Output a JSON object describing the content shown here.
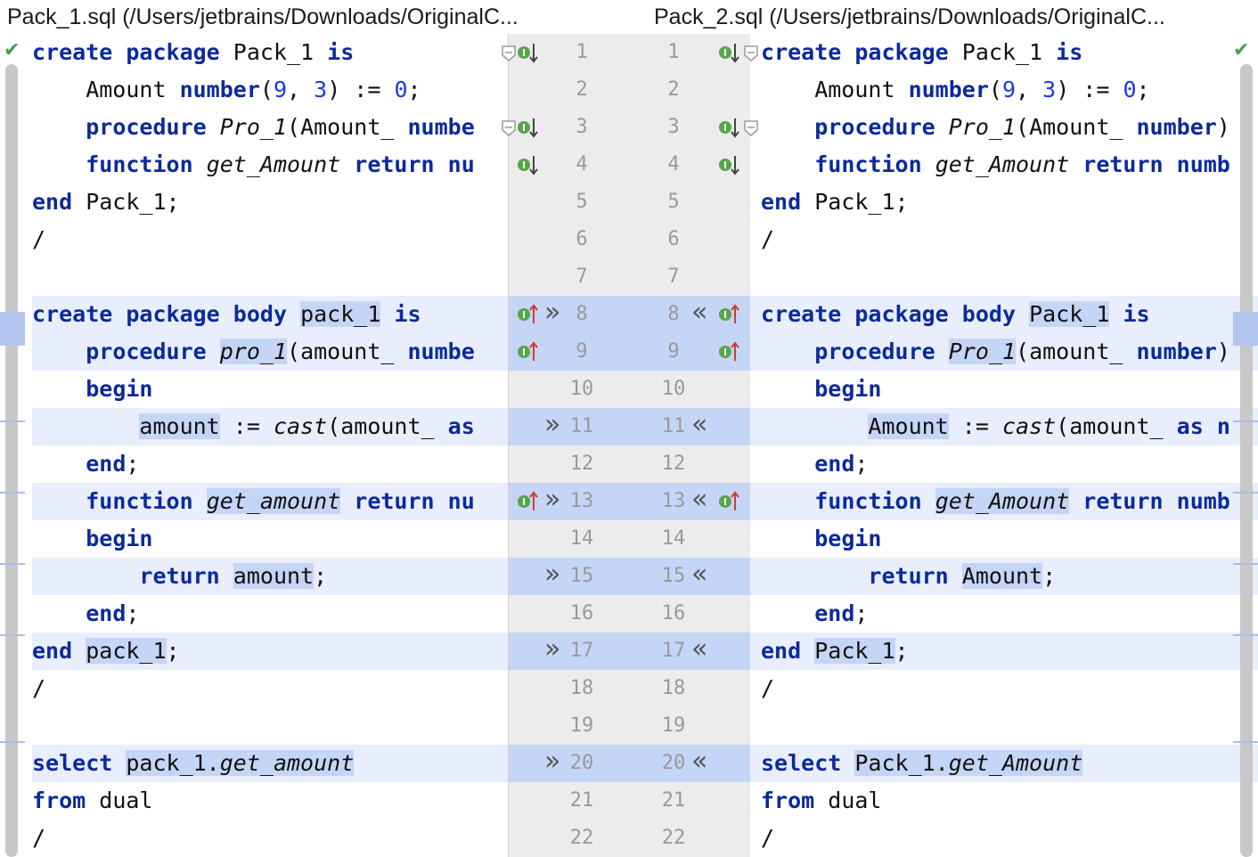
{
  "left_title": "Pack_1.sql (/Users/jetbrains/Downloads/OriginalC...",
  "right_title": "Pack_2.sql (/Users/jetbrains/Downloads/OriginalC...",
  "status_icon": "check-icon",
  "colors": {
    "keyword": "#0c2a9c",
    "number": "#1b38e8",
    "changed_row": "#e8eefb",
    "changed_token": "#c5d5f6",
    "gutter": "#ececec"
  },
  "gutter_icons": [
    "implementation-down-icon",
    "implementation-up-icon",
    "fold-icon"
  ],
  "left_lines": [
    [
      [
        "create",
        "kw"
      ],
      [
        " "
      ],
      [
        "package",
        "kw"
      ],
      [
        " Pack_1 "
      ],
      [
        "is",
        "kw"
      ]
    ],
    [
      [
        "    Amount "
      ],
      [
        "number",
        "kw"
      ],
      [
        "("
      ],
      [
        "9",
        "num"
      ],
      [
        ", "
      ],
      [
        "3",
        "num"
      ],
      [
        ") := "
      ],
      [
        "0",
        "num"
      ],
      [
        ";"
      ]
    ],
    [
      [
        "    "
      ],
      [
        "procedure",
        "kw"
      ],
      [
        " "
      ],
      [
        "Pro_1",
        "it"
      ],
      [
        "(Amount_ "
      ],
      [
        "numbe",
        "kw"
      ]
    ],
    [
      [
        "    "
      ],
      [
        "function",
        "kw"
      ],
      [
        " "
      ],
      [
        "get_Amount",
        "it"
      ],
      [
        " "
      ],
      [
        "return",
        "kw"
      ],
      [
        " "
      ],
      [
        "nu",
        "kw"
      ]
    ],
    [
      [
        "end",
        "kw"
      ],
      [
        " Pack_1;"
      ]
    ],
    [
      [
        "/"
      ]
    ],
    [],
    [
      [
        "create",
        "kw"
      ],
      [
        " "
      ],
      [
        "package",
        "kw"
      ],
      [
        " "
      ],
      [
        "body",
        "kw"
      ],
      [
        " "
      ],
      [
        "pack_1",
        "hl"
      ],
      [
        " "
      ],
      [
        "is",
        "kw"
      ]
    ],
    [
      [
        "    "
      ],
      [
        "procedure",
        "kw"
      ],
      [
        " "
      ],
      [
        "pro_1",
        "it hl"
      ],
      [
        "(amount_ "
      ],
      [
        "numbe",
        "kw"
      ]
    ],
    [
      [
        "    "
      ],
      [
        "begin",
        "kw"
      ]
    ],
    [
      [
        "        "
      ],
      [
        "amount",
        "hl"
      ],
      [
        " := "
      ],
      [
        "cast",
        "it"
      ],
      [
        "(amount_ "
      ],
      [
        "as",
        "kw"
      ]
    ],
    [
      [
        "    "
      ],
      [
        "end",
        "kw"
      ],
      [
        ";"
      ]
    ],
    [
      [
        "    "
      ],
      [
        "function",
        "kw"
      ],
      [
        " "
      ],
      [
        "get_amount",
        "it hl"
      ],
      [
        " "
      ],
      [
        "return",
        "kw"
      ],
      [
        " "
      ],
      [
        "nu",
        "kw"
      ]
    ],
    [
      [
        "    "
      ],
      [
        "begin",
        "kw"
      ]
    ],
    [
      [
        "        "
      ],
      [
        "return",
        "kw"
      ],
      [
        " "
      ],
      [
        "amount",
        "hl"
      ],
      [
        ";"
      ]
    ],
    [
      [
        "    "
      ],
      [
        "end",
        "kw"
      ],
      [
        ";"
      ]
    ],
    [
      [
        "end",
        "kw"
      ],
      [
        " "
      ],
      [
        "pack_1",
        "hl"
      ],
      [
        ";"
      ]
    ],
    [
      [
        "/"
      ]
    ],
    [],
    [
      [
        "select",
        "kw"
      ],
      [
        " "
      ],
      [
        "pack_1.",
        "hl"
      ],
      [
        "get_amount",
        "it hl"
      ]
    ],
    [
      [
        "from",
        "kw"
      ],
      [
        " dual"
      ]
    ],
    [
      [
        "/"
      ]
    ]
  ],
  "right_lines": [
    [
      [
        "create",
        "kw"
      ],
      [
        " "
      ],
      [
        "package",
        "kw"
      ],
      [
        " Pack_1 "
      ],
      [
        "is",
        "kw"
      ]
    ],
    [
      [
        "    Amount "
      ],
      [
        "number",
        "kw"
      ],
      [
        "("
      ],
      [
        "9",
        "num"
      ],
      [
        ", "
      ],
      [
        "3",
        "num"
      ],
      [
        ") := "
      ],
      [
        "0",
        "num"
      ],
      [
        ";"
      ]
    ],
    [
      [
        "    "
      ],
      [
        "procedure",
        "kw"
      ],
      [
        " "
      ],
      [
        "Pro_1",
        "it"
      ],
      [
        "(Amount_ "
      ],
      [
        "number",
        "kw"
      ],
      [
        ")"
      ]
    ],
    [
      [
        "    "
      ],
      [
        "function",
        "kw"
      ],
      [
        " "
      ],
      [
        "get_Amount",
        "it"
      ],
      [
        " "
      ],
      [
        "return",
        "kw"
      ],
      [
        " "
      ],
      [
        "numb",
        "kw"
      ]
    ],
    [
      [
        "end",
        "kw"
      ],
      [
        " Pack_1;"
      ]
    ],
    [
      [
        "/"
      ]
    ],
    [],
    [
      [
        "create",
        "kw"
      ],
      [
        " "
      ],
      [
        "package",
        "kw"
      ],
      [
        " "
      ],
      [
        "body",
        "kw"
      ],
      [
        " "
      ],
      [
        "Pack_1",
        "hl"
      ],
      [
        " "
      ],
      [
        "is",
        "kw"
      ]
    ],
    [
      [
        "    "
      ],
      [
        "procedure",
        "kw"
      ],
      [
        " "
      ],
      [
        "Pro_1",
        "it hl"
      ],
      [
        "(amount_ "
      ],
      [
        "number",
        "kw"
      ],
      [
        ")"
      ]
    ],
    [
      [
        "    "
      ],
      [
        "begin",
        "kw"
      ]
    ],
    [
      [
        "        "
      ],
      [
        "Amount",
        "hl"
      ],
      [
        " := "
      ],
      [
        "cast",
        "it"
      ],
      [
        "(amount_ "
      ],
      [
        "as",
        "kw"
      ],
      [
        " "
      ],
      [
        "n",
        "kw"
      ]
    ],
    [
      [
        "    "
      ],
      [
        "end",
        "kw"
      ],
      [
        ";"
      ]
    ],
    [
      [
        "    "
      ],
      [
        "function",
        "kw"
      ],
      [
        " "
      ],
      [
        "get_Amount",
        "it hl"
      ],
      [
        " "
      ],
      [
        "return",
        "kw"
      ],
      [
        " "
      ],
      [
        "numb",
        "kw"
      ]
    ],
    [
      [
        "    "
      ],
      [
        "begin",
        "kw"
      ]
    ],
    [
      [
        "        "
      ],
      [
        "return",
        "kw"
      ],
      [
        " "
      ],
      [
        "Amount",
        "hl"
      ],
      [
        ";"
      ]
    ],
    [
      [
        "    "
      ],
      [
        "end",
        "kw"
      ],
      [
        ";"
      ]
    ],
    [
      [
        "end",
        "kw"
      ],
      [
        " "
      ],
      [
        "Pack_1",
        "hl"
      ],
      [
        ";"
      ]
    ],
    [
      [
        "/"
      ]
    ],
    [],
    [
      [
        "select",
        "kw"
      ],
      [
        " "
      ],
      [
        "Pack_1.",
        "hl"
      ],
      [
        "get_Amount",
        "it hl"
      ]
    ],
    [
      [
        "from",
        "kw"
      ],
      [
        " dual"
      ]
    ],
    [
      [
        "/"
      ]
    ]
  ],
  "line_numbers": [
    "1",
    "2",
    "3",
    "4",
    "5",
    "6",
    "7",
    "8",
    "9",
    "10",
    "11",
    "12",
    "13",
    "14",
    "15",
    "16",
    "17",
    "18",
    "19",
    "20",
    "21",
    "22"
  ],
  "changed_lines": [
    8,
    9,
    11,
    13,
    15,
    17,
    20
  ],
  "move_arrow_lines": [
    8,
    11,
    13,
    15,
    17,
    20
  ],
  "arrow_right_glyph": "»",
  "arrow_left_glyph": "«",
  "impl_down_lines": [
    1,
    3,
    4
  ],
  "impl_up_lines": [
    8,
    9,
    13
  ],
  "fold_lines": [
    1,
    3
  ]
}
